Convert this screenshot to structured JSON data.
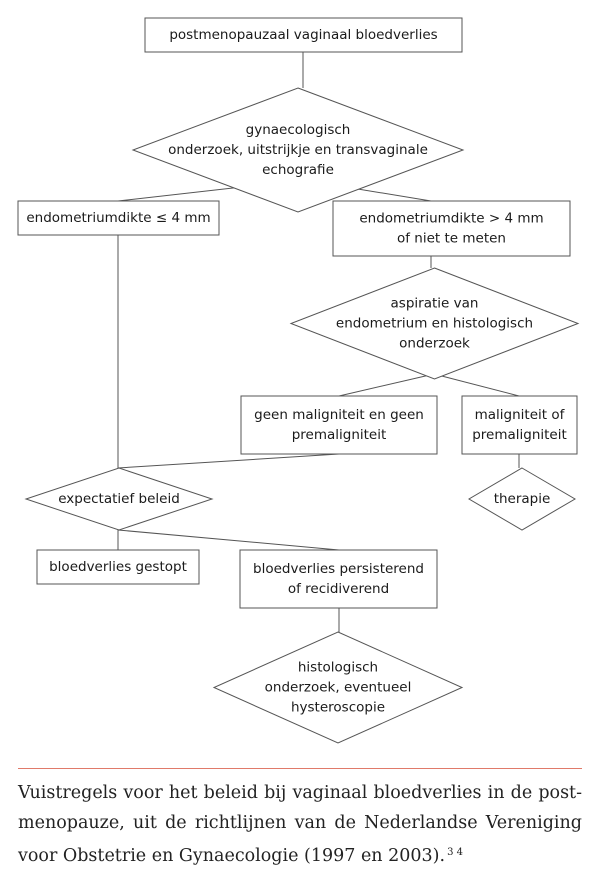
{
  "flowchart": {
    "nodes": {
      "start": [
        "postmenopauzaal vaginaal bloedverlies"
      ],
      "exam": [
        "gynaecologisch",
        "onderzoek, uitstrijkje en transvaginale",
        "echografie"
      ],
      "thin": [
        "endometriumdikte ≤ 4 mm"
      ],
      "thick": [
        "endometriumdikte > 4 mm",
        "of niet te meten"
      ],
      "aspiration": [
        "aspiratie van",
        "endometrium en histologisch",
        "onderzoek"
      ],
      "benign": [
        "geen maligniteit en geen",
        "premaligniteit"
      ],
      "malignant": [
        "maligniteit of",
        "premaligniteit"
      ],
      "expectant": [
        "expectatief beleid"
      ],
      "therapy": [
        "therapie"
      ],
      "stopped": [
        "bloedverlies gestopt"
      ],
      "persisting": [
        "bloedverlies persisterend",
        "of recidiverend"
      ],
      "histology": [
        "histologisch",
        "onderzoek, eventueel",
        "hysteroscopie"
      ]
    }
  },
  "caption": {
    "text": "Vuistregels voor het beleid bij vaginaal bloedverlies in de post-menopauze, uit de richtlijnen van de Nederlandse Vereniging voor Obstetrie en Gynaecologie (1997 en 2003).",
    "refs": "3 4"
  },
  "colors": {
    "rule": "#e07a6a",
    "stroke": "#555555",
    "text": "#1a1a1a"
  }
}
